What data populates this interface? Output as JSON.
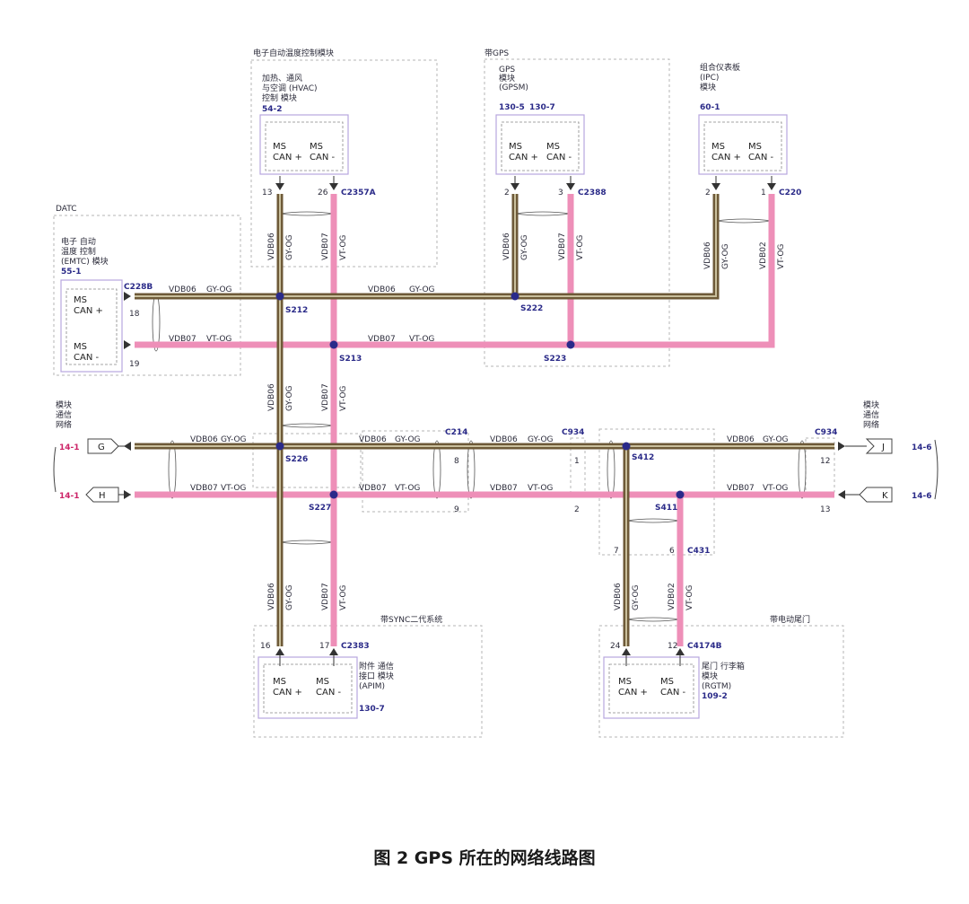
{
  "caption": "图 2 GPS 所在的网络线路图",
  "modules": {
    "hvac": {
      "group_title": "电子自动温度控制模块",
      "name_lines": [
        "加热、通风",
        "与空调 (HVAC)",
        "控制 模块"
      ],
      "ref": "54-2",
      "can_plus": "CAN +",
      "can_minus": "CAN -",
      "ms1": "MS",
      "ms2": "MS",
      "pin_plus": "13",
      "pin_minus": "26",
      "connector": "C2357A"
    },
    "gpsm": {
      "group_title": "带GPS",
      "name_lines": [
        "GPS",
        "模块",
        "(GPSM)"
      ],
      "ref1": "130-5",
      "ref2": "130-7",
      "ms1": "MS",
      "ms2": "MS",
      "can_plus": "CAN +",
      "can_minus": "CAN -",
      "pin_plus": "2",
      "pin_minus": "3",
      "connector": "C2388"
    },
    "ipc": {
      "name_lines": [
        "组合仪表板",
        "(IPC)",
        "模块"
      ],
      "ref": "60-1",
      "ms1": "MS",
      "ms2": "MS",
      "can_plus": "CAN +",
      "can_minus": "CAN -",
      "pin_plus": "2",
      "pin_minus": "1",
      "connector": "C220"
    },
    "emtc": {
      "group_title": "DATC",
      "name_lines": [
        "电子 自动",
        "温度 控制",
        "(EMTC) 模块"
      ],
      "ref": "55-1",
      "ms1": "MS",
      "ms2": "MS",
      "can_plus": "CAN +",
      "can_minus": "CAN -",
      "pin_plus": "18",
      "pin_minus": "19",
      "connector": "C228B"
    },
    "apim": {
      "group_title": "带SYNC二代系统",
      "name_lines": [
        "附件 通信",
        "接口 模块",
        "(APIM)"
      ],
      "ref": "130-7",
      "ms1": "MS",
      "ms2": "MS",
      "can_plus": "CAN +",
      "can_minus": "CAN -",
      "pin_plus": "16",
      "pin_minus": "17",
      "connector": "C2383"
    },
    "rgtm": {
      "group_title": "带电动尾门",
      "name_lines": [
        "尾门 行李箱",
        "模块",
        "(RGTM)"
      ],
      "ref": "109-2",
      "ms1": "MS",
      "ms2": "MS",
      "can_plus": "CAN +",
      "can_minus": "CAN -",
      "pin_plus": "24",
      "pin_minus": "12",
      "connector": "C4174B"
    }
  },
  "wires": {
    "plus_circuit": "VDB06",
    "plus_color": "GY-OG",
    "minus_circuit": "VDB07",
    "minus_color": "VT-OG",
    "minus_circuit_alt": "VDB02"
  },
  "splices": {
    "s212": "S212",
    "s213": "S213",
    "s222": "S222",
    "s223": "S223",
    "s226": "S226",
    "s227": "S227",
    "s412": "S412",
    "s411": "S411"
  },
  "connectors": {
    "c214": "C214",
    "c214_p1": "8",
    "c214_p2": "9",
    "c934a": "C934",
    "c934a_p1": "1",
    "c934a_p2": "2",
    "c934b": "C934",
    "c934b_p1": "12",
    "c934b_p2": "13",
    "c431": "C431",
    "c431_p1": "7",
    "c431_p2": "6"
  },
  "network_left": {
    "label_lines": [
      "模块",
      "通信",
      "网络"
    ],
    "ref_g": "14-1",
    "ref_h": "14-1",
    "g": "G",
    "h": "H"
  },
  "network_right": {
    "label_lines": [
      "模块",
      "通信",
      "网络"
    ],
    "ref_j": "14-6",
    "ref_k": "14-6",
    "j": "J",
    "k": "K"
  },
  "colors": {
    "plus_wire": "#6e5a38",
    "minus_wire": "#ee8fb8",
    "splice": "#2a2a8a",
    "module_border": "#b8a6de"
  }
}
